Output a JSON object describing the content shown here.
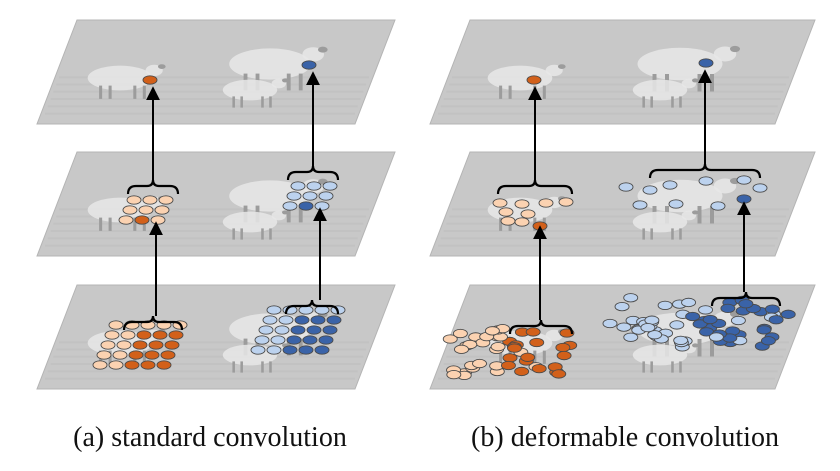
{
  "captions": {
    "a": "(a) standard convolution",
    "b": "(b) deformable convolution"
  },
  "colors": {
    "background": "#ffffff",
    "plane_fill": "#c8c8c8",
    "sheep_body": "#e8e8e8",
    "sheep_shadow": "#9c9c9c",
    "orange_dark": "#d2601a",
    "orange_light": "#fbd2b1",
    "blue_dark": "#3a63a8",
    "blue_light": "#bcd2ee",
    "dot_stroke": "#4a4a4a",
    "arrow": "#000000"
  },
  "panels": [
    {
      "id": "a",
      "type": "standard-convolution",
      "layers": 3,
      "activations": [
        {
          "color": "orange",
          "grid": "3x3"
        },
        {
          "color": "blue",
          "grid": "3x3"
        }
      ]
    },
    {
      "id": "b",
      "type": "deformable-convolution",
      "layers": 3,
      "activations": [
        {
          "color": "orange",
          "grid": "deformed"
        },
        {
          "color": "blue",
          "grid": "deformed"
        }
      ]
    }
  ]
}
